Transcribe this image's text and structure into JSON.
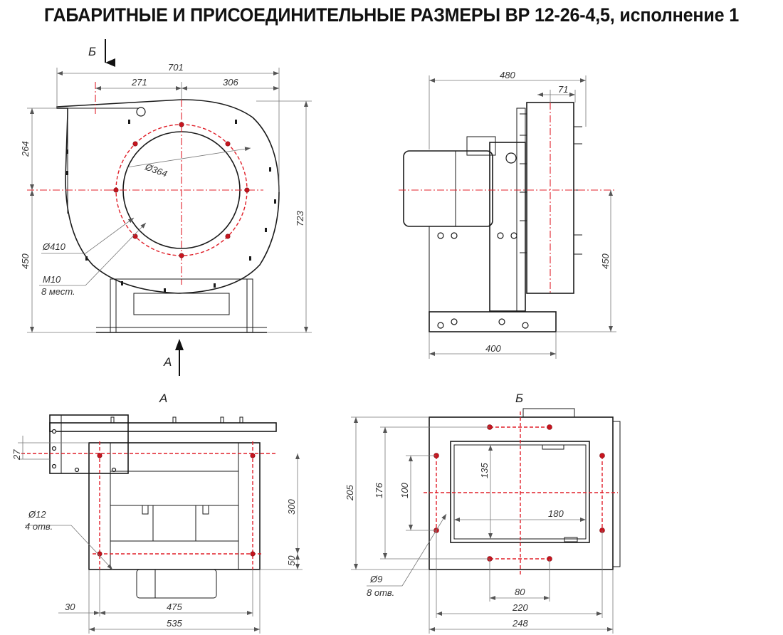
{
  "title": "ГАБАРИТНЫЕ И ПРИСОЕДИНИТЕЛЬНЫЕ РАЗМЕРЫ ВР 12-26-4,5, исполнение 1",
  "views": {
    "front": {
      "dims": {
        "overall_width": "701",
        "left_part": "271",
        "right_part": "306",
        "top_height": "264",
        "bottom_height": "450",
        "total_height": "723",
        "inlet_diameter": "Ø364",
        "bolt_circle": "Ø410",
        "thread": "M10",
        "thread_note": "8 мест."
      },
      "arrow_top": "Б",
      "arrow_bottom": "А"
    },
    "side": {
      "dims": {
        "width": "480",
        "flange": "71",
        "height": "450",
        "base": "400"
      }
    },
    "view_a": {
      "label": "А",
      "dims": {
        "d27": "27",
        "d300": "300",
        "d50": "50",
        "hole": "Ø12",
        "hole_note": "4 отв.",
        "d30": "30",
        "d475": "475",
        "d535": "535"
      }
    },
    "view_b": {
      "label": "Б",
      "dims": {
        "d205": "205",
        "d176": "176",
        "d100": "100",
        "d135": "135",
        "d180": "180",
        "hole": "Ø9",
        "hole_note": "8 отв.",
        "d80": "80",
        "d220": "220",
        "d248": "248"
      }
    }
  }
}
